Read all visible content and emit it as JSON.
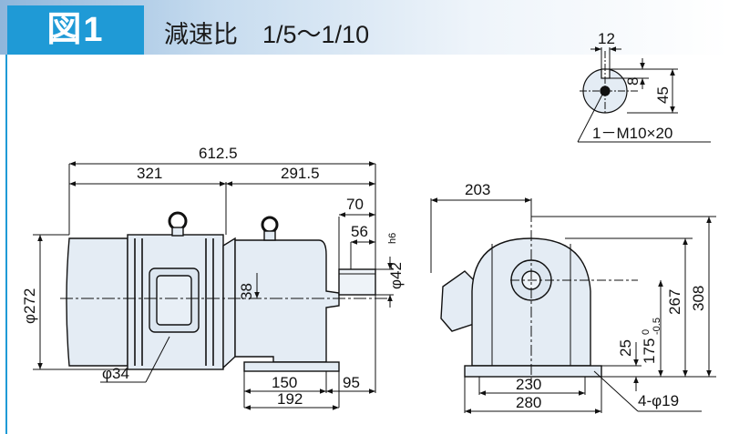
{
  "header": {
    "figure_label": "図1",
    "title": "減速比　1/5～1/10"
  },
  "dimensions": {
    "total_length": "612.5",
    "motor_length": "321",
    "gear_length": "291.5",
    "shaft_70": "70",
    "shaft_56": "56",
    "shaft_dia": "φ42",
    "shaft_tol": "h6",
    "motor_dia": "φ272",
    "dim_38": "38",
    "conduit": "φ34",
    "foot_150": "150",
    "foot_95": "95",
    "foot_192": "192",
    "side_203": "203",
    "side_230": "230",
    "side_280": "280",
    "height_308": "308",
    "height_267": "267",
    "height_175": "175",
    "height_175_tol": "0",
    "height_175_tol2": "-0.5",
    "base_25": "25",
    "holes": "4-φ19",
    "key_12": "12",
    "key_8": "8",
    "key_45": "45",
    "tap": "1－M10×20"
  },
  "colors": {
    "accent": "#1f9ad6",
    "body": "#e4ecf4",
    "line": "#111111"
  }
}
